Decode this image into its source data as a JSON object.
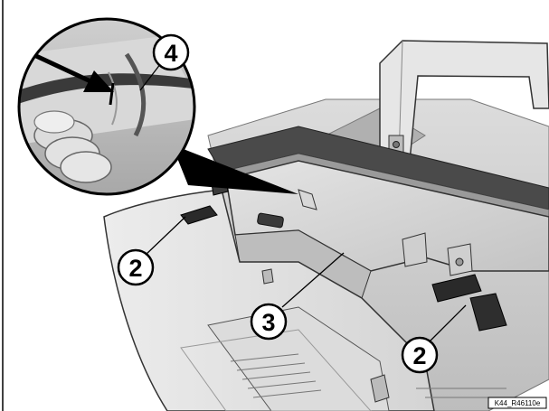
{
  "figure": {
    "reference_code": "K44_R46110e",
    "callouts": [
      {
        "id": "callout-4",
        "label": "4"
      },
      {
        "id": "callout-2-left",
        "label": "2"
      },
      {
        "id": "callout-3",
        "label": "3"
      },
      {
        "id": "callout-2-right",
        "label": "2"
      }
    ],
    "colors": {
      "line": "#000000",
      "shade_light": "#e6e6e6",
      "shade_mid": "#c9c9c9",
      "shade_dark": "#8a8a8a",
      "rubber": "#2a2a2a"
    }
  }
}
